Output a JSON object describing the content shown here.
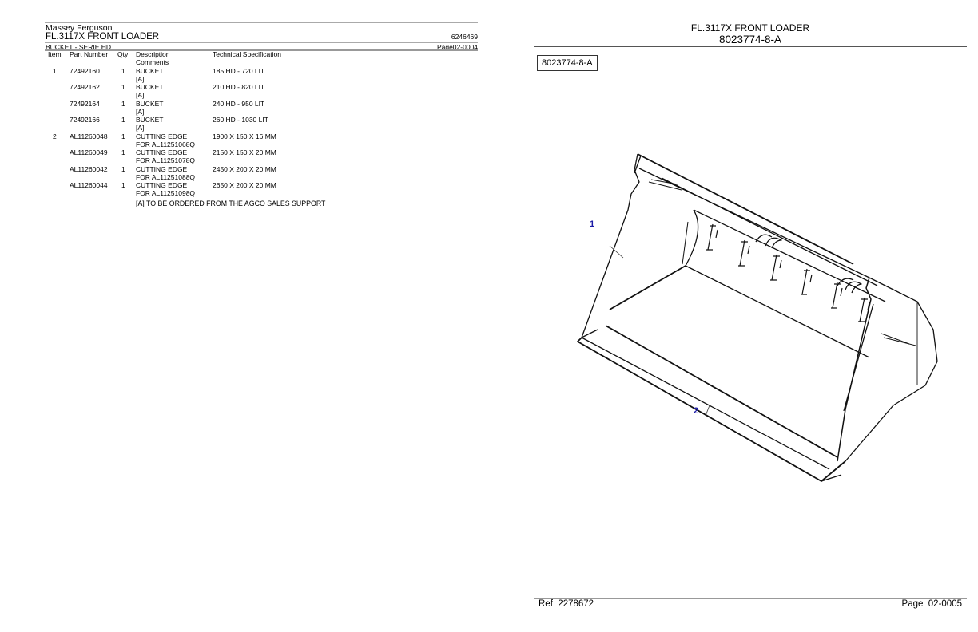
{
  "left_page": {
    "brand": "Massey Ferguson",
    "model": "FL.3117X FRONT LOADER",
    "document_number": "6246469",
    "section": "BUCKET - SERIE HD",
    "page_ref": "Page02-0004",
    "columns": {
      "item": "Item",
      "part_number": "Part Number",
      "qty": "Qty",
      "description": "Description",
      "comments": "Comments",
      "technical_specification": "Technical Specification"
    },
    "rows": [
      {
        "item": "1",
        "part_number": "72492160",
        "qty": "1",
        "description": "BUCKET",
        "comment": "[A]",
        "spec": "185 HD - 720 LIT"
      },
      {
        "item": "",
        "part_number": "72492162",
        "qty": "1",
        "description": "BUCKET",
        "comment": "[A]",
        "spec": "210 HD - 820 LIT"
      },
      {
        "item": "",
        "part_number": "72492164",
        "qty": "1",
        "description": "BUCKET",
        "comment": "[A]",
        "spec": "240 HD - 950 LIT"
      },
      {
        "item": "",
        "part_number": "72492166",
        "qty": "1",
        "description": "BUCKET",
        "comment": "[A]",
        "spec": "260 HD - 1030 LIT"
      },
      {
        "item": "2",
        "part_number": "AL11260048",
        "qty": "1",
        "description": "CUTTING EDGE",
        "comment": "FOR AL11251068Q",
        "spec": "1900 X 150 X 16 MM"
      },
      {
        "item": "",
        "part_number": "AL11260049",
        "qty": "1",
        "description": "CUTTING EDGE",
        "comment": "FOR AL11251078Q",
        "spec": "2150 X 150 X 20 MM"
      },
      {
        "item": "",
        "part_number": "AL11260042",
        "qty": "1",
        "description": "CUTTING EDGE",
        "comment": "FOR AL11251088Q",
        "spec": "2450 X 200 X 20 MM"
      },
      {
        "item": "",
        "part_number": "AL11260044",
        "qty": "1",
        "description": "CUTTING EDGE",
        "comment": "FOR AL11251098Q",
        "spec": "2650 X 200 X 20 MM"
      }
    ],
    "footnote": "[A] TO BE ORDERED FROM THE AGCO SALES SUPPORT"
  },
  "right_page": {
    "title": "FL.3117X FRONT LOADER",
    "subtitle": "8023774-8-A",
    "figure_label": "8023774-8-A",
    "callouts": [
      {
        "label": "1",
        "part": "bucket"
      },
      {
        "label": "2",
        "part": "cutting-edge"
      }
    ],
    "callout_color": "#1a1aa6",
    "footer": {
      "ref_label": "Ref",
      "ref_value": "2278672",
      "page_label": "Page",
      "page_value": "02-0005"
    }
  }
}
